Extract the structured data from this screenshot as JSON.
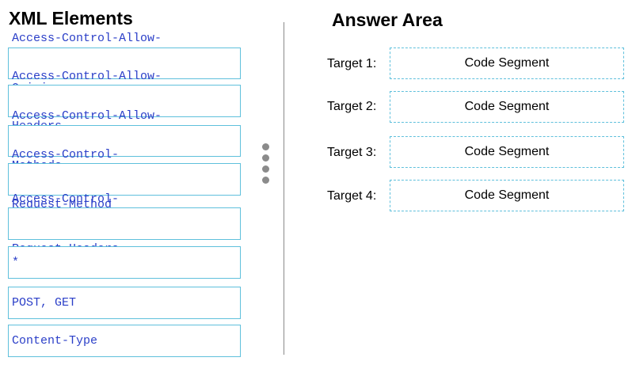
{
  "left_panel": {
    "title": "XML Elements",
    "tiles": [
      {
        "line1": "Access-Control-Allow-",
        "line2": "Origin"
      },
      {
        "line1": "Access-Control-Allow-",
        "line2": "Headers"
      },
      {
        "line1": "Access-Control-Allow-",
        "line2": "Methods"
      },
      {
        "line1": "Access-Control-",
        "line2": "Request-Method"
      },
      {
        "line1": "Access-Control-",
        "line2": "Request-Headers"
      },
      {
        "line1": "*",
        "line2": ""
      },
      {
        "line1": "POST, GET",
        "line2": ""
      },
      {
        "line1": "Content-Type",
        "line2": ""
      }
    ]
  },
  "right_panel": {
    "title": "Answer Area",
    "targets": [
      {
        "label": "Target 1:",
        "slot": "Code Segment"
      },
      {
        "label": "Target 2:",
        "slot": "Code Segment"
      },
      {
        "label": "Target 3:",
        "slot": "Code Segment"
      },
      {
        "label": "Target 4:",
        "slot": "Code Segment"
      }
    ]
  },
  "colors": {
    "tile_border": "#5fc0dc",
    "tile_text": "#2b3fc8",
    "divider": "#8a8a8a",
    "grip_dots": "#8b8b8b"
  }
}
